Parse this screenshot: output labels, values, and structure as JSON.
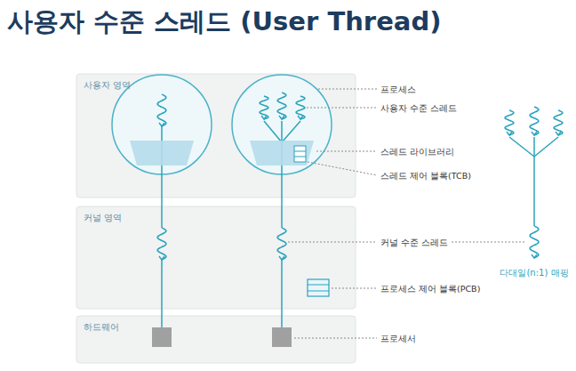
{
  "diagram": {
    "title": "사용자 수준 스레드 (User Thread)",
    "nodes": [
      {
        "text": [
          "사용자 영역"
        ]
      },
      {
        "text": [
          "커널 영역"
        ]
      },
      {
        "text": [
          "하드웨어"
        ]
      }
    ],
    "labels": [
      "프로세스",
      "사용자 수준 스레드",
      "스레드 라이브러리",
      "스레드 제어 블록(TCB)",
      "커널 수준 스레드",
      "프로세스 제어 블록(PCB)",
      "프로세서",
      "다대일(n:1) 매핑"
    ]
  }
}
